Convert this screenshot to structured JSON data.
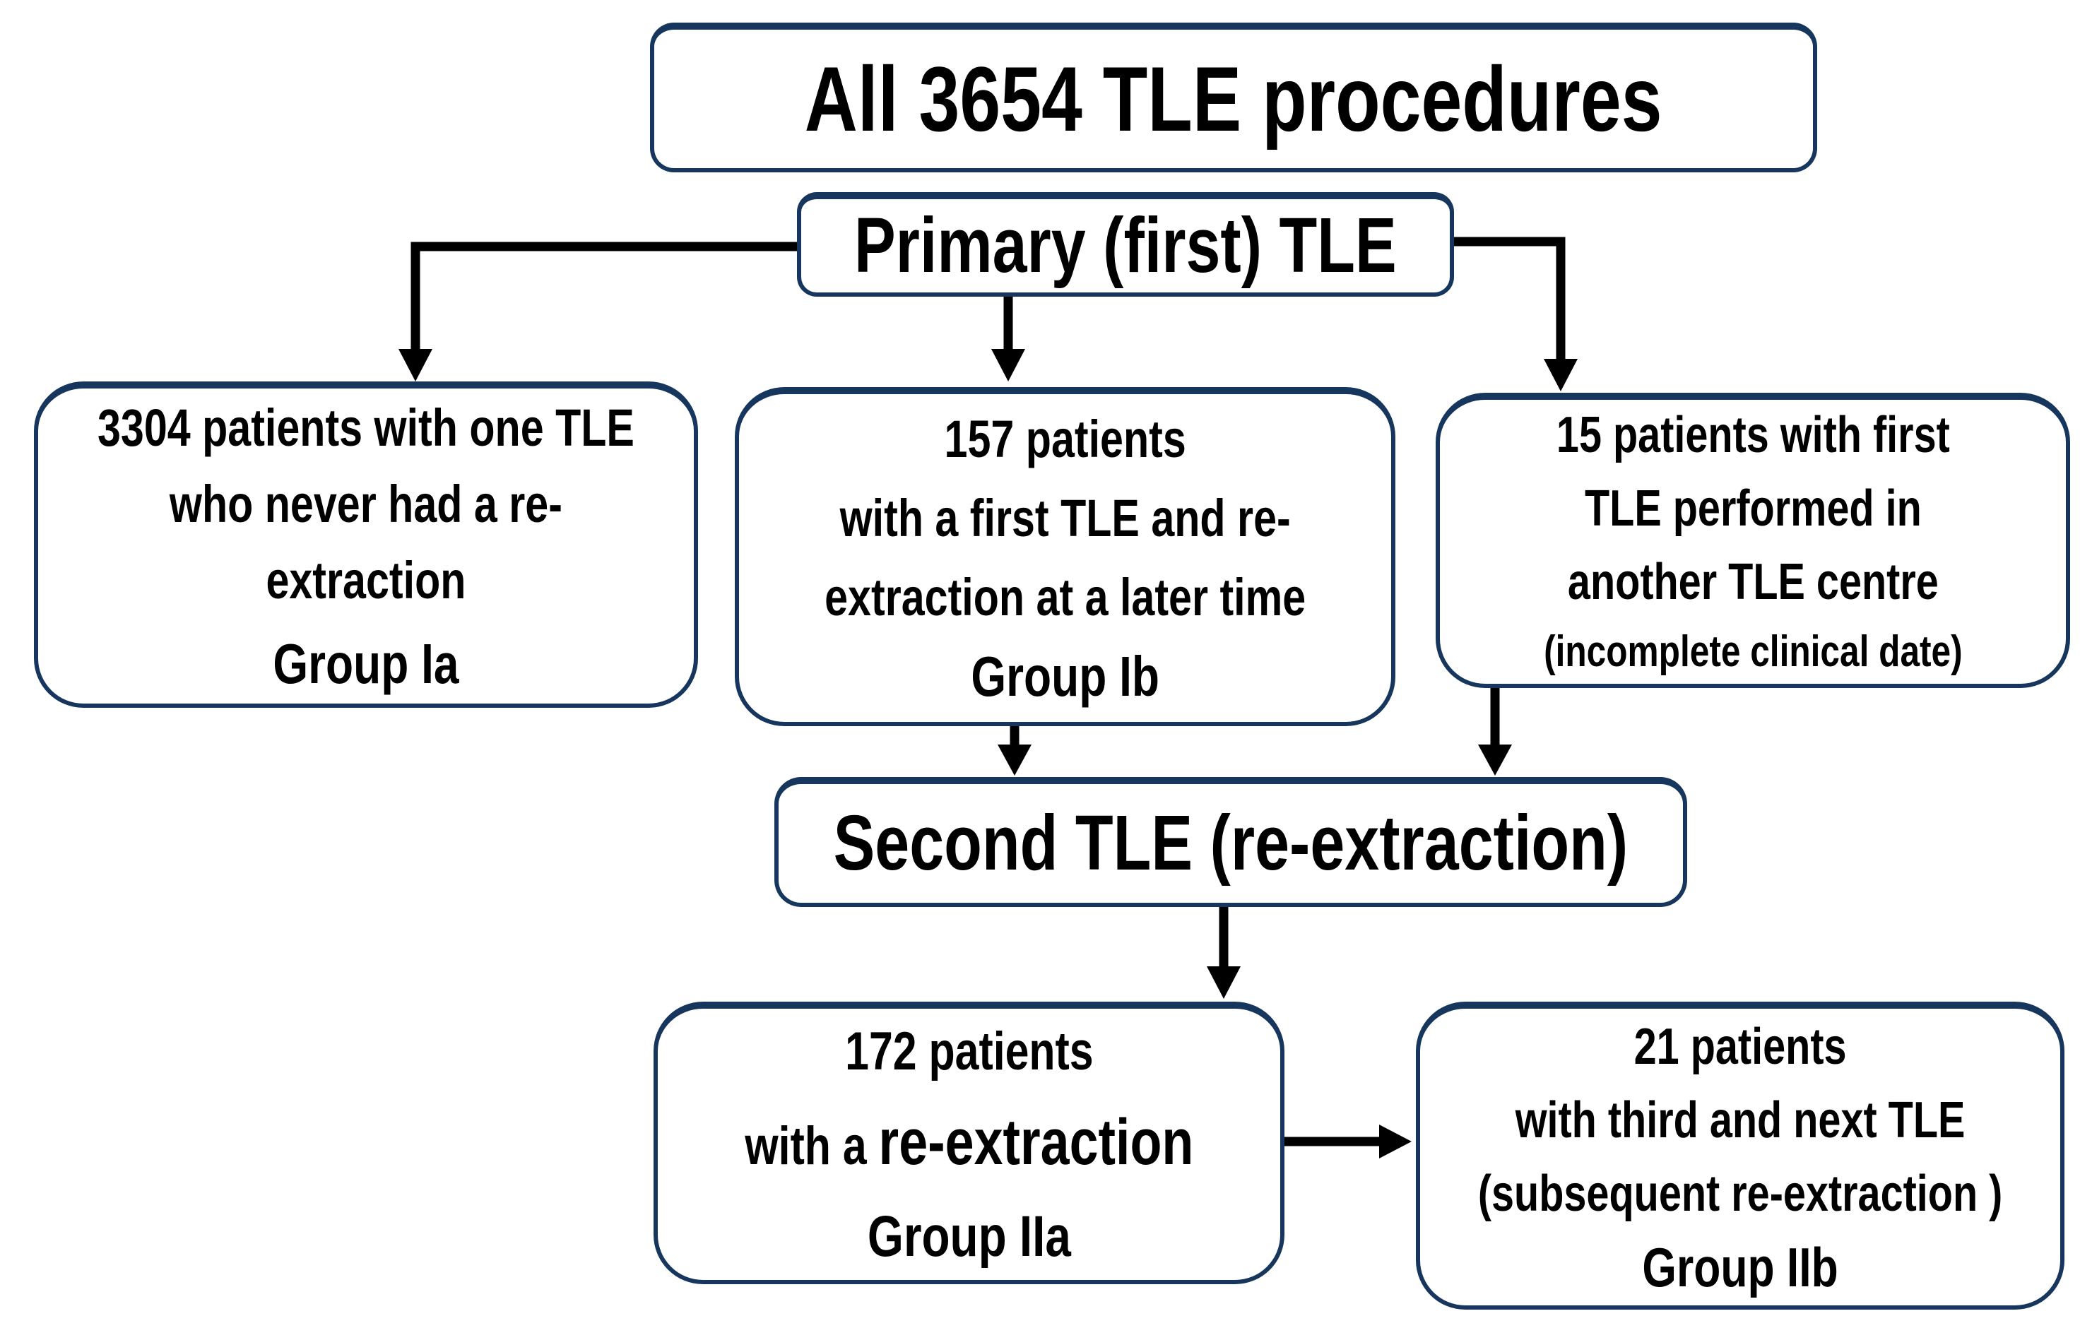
{
  "diagram": {
    "colors": {
      "border": "#17365d",
      "arrow": "#000000",
      "text": "#000000",
      "background": "#ffffff"
    },
    "title": "All 3654 TLE procedures",
    "primary": "Primary (first) TLE",
    "second": "Second TLE (re-extraction)",
    "group_ia": {
      "lines": [
        "3304 patients with one TLE",
        "who never had a re-",
        "extraction"
      ],
      "group_label": "Group Ia"
    },
    "group_ib": {
      "lines": [
        "157 patients",
        "with a first TLE and re-",
        "extraction at a later time"
      ],
      "group_label": "Group Ib"
    },
    "other_centre": {
      "lines": [
        "15 patients with first",
        "TLE performed in",
        "another TLE centre"
      ],
      "note": "(incomplete clinical date)"
    },
    "group_iia": {
      "line1": "172 patients",
      "line2_prefix": "with a ",
      "line2_main": "re-extraction",
      "group_label": "Group IIa"
    },
    "group_iib": {
      "lines": [
        "21 patients",
        "with third and next TLE",
        "(subsequent re-extraction )"
      ],
      "group_label": "Group IIb"
    }
  }
}
